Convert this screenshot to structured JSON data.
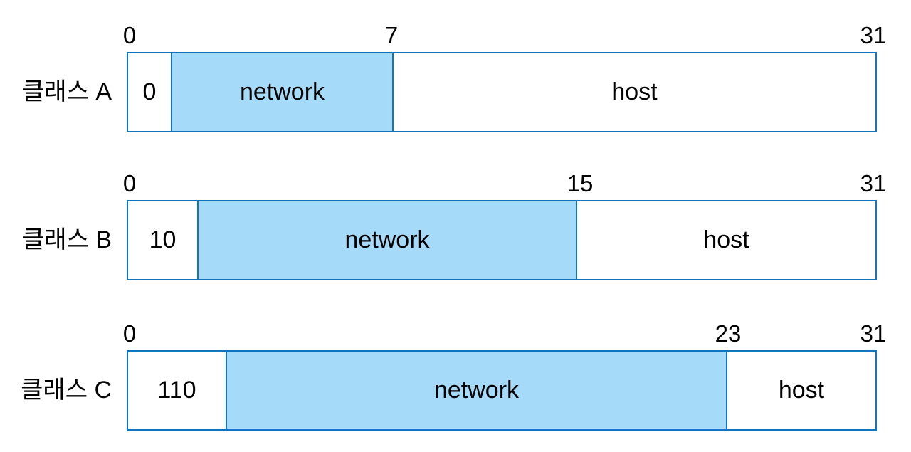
{
  "colors": {
    "border": "#1374BE",
    "network_fill": "#A5DAF8",
    "text": "#000000",
    "background": "#FFFFFF"
  },
  "rows": [
    {
      "label": "클래스 A",
      "prefix": "0",
      "network": "network",
      "host": "host",
      "ticks": [
        "0",
        "7",
        "31"
      ]
    },
    {
      "label": "클래스 B",
      "prefix": "10",
      "network": "network",
      "host": "host",
      "ticks": [
        "0",
        "15",
        "31"
      ]
    },
    {
      "label": "클래스 C",
      "prefix": "110",
      "network": "network",
      "host": "host",
      "ticks": [
        "0",
        "23",
        "31"
      ]
    }
  ]
}
